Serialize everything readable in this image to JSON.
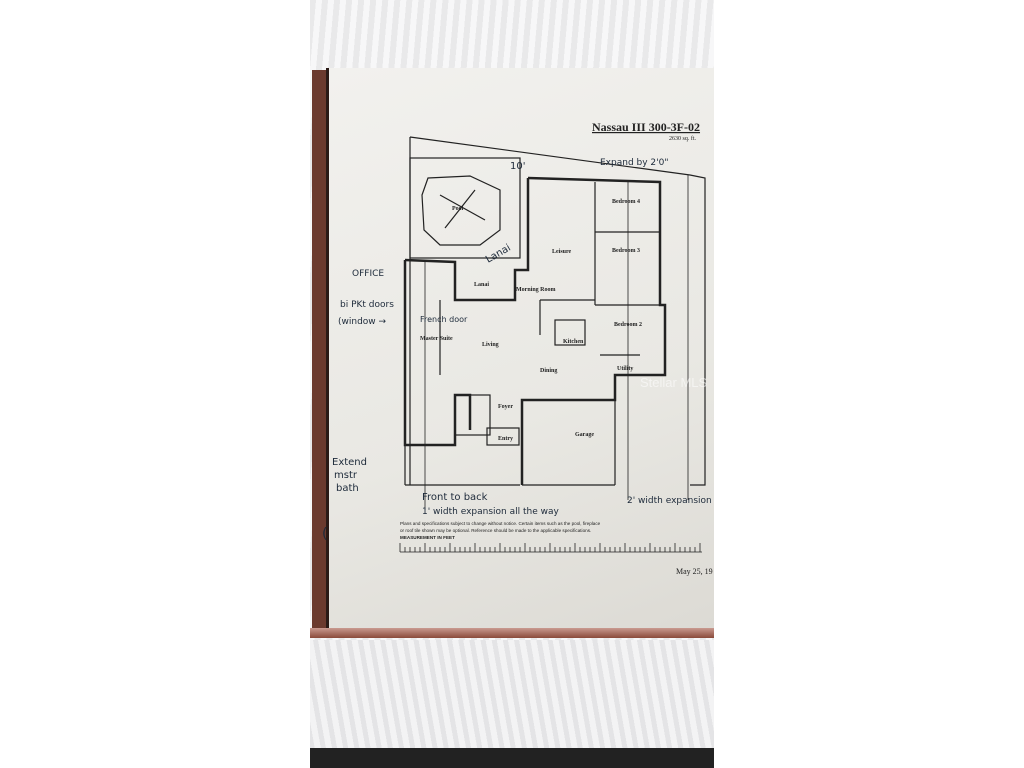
{
  "header": {
    "title": "Nassau III  300-3F-02",
    "area": "2630 sq. ft."
  },
  "rooms": {
    "pool": "Pool",
    "lanai_handwritten": "Lanai",
    "leisure": "Leisure",
    "bedroom4": "Bedroom 4",
    "bedroom3": "Bedroom 3",
    "bedroom2": "Bedroom 2",
    "lanai": "Lanai",
    "morning_room": "Morning Room",
    "master_suite": "Master Suite",
    "living": "Living",
    "kitchen": "Kitchen",
    "dining": "Dining",
    "utility": "Utility",
    "foyer": "Foyer",
    "entry": "Entry",
    "garage": "Garage"
  },
  "notes": {
    "ten_ft": "10'",
    "expand": "Expand by 2'0\"",
    "office": "OFFICE",
    "bi_pkt_doors": "bi PKt doors",
    "window": "(window →",
    "french_door": "French door",
    "extend_1": "Extend",
    "extend_2": "mstr",
    "extend_3": "bath",
    "front_back_1": "Front to back",
    "front_back_2": "1' width expansion all the way",
    "two_ft": "2' width expansion",
    "paren": "("
  },
  "footer": {
    "disclaimer_1": "Plans and specifications subject to change without notice. Certain items such as the pool, fireplace",
    "disclaimer_2": "or roof tile shown may be optional. Reference should be made to the applicable specifications.",
    "measurement": "MEASUREMENT IN FEET",
    "date": "May 25, 19"
  },
  "watermark": "Stellar MLS",
  "colors": {
    "ink": "#222222",
    "handwriting": "#1d2a3a",
    "paper": "#eeede9"
  }
}
